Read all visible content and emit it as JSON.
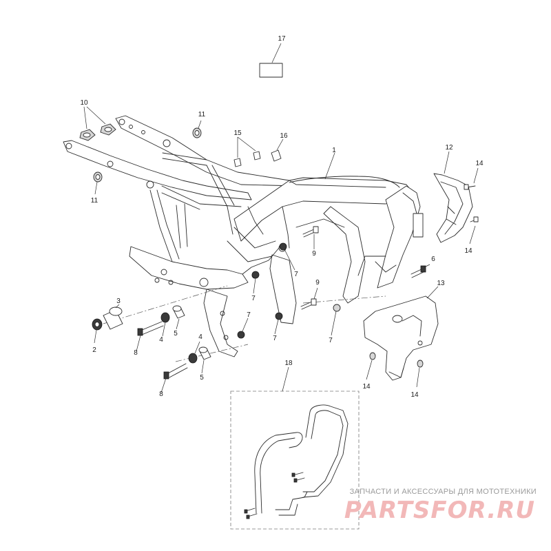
{
  "callouts": {
    "c1": "1",
    "c2": "2",
    "c3": "3",
    "c4a": "4",
    "c4b": "4",
    "c5a": "5",
    "c5b": "5",
    "c6": "6",
    "c7a": "7",
    "c7b": "7",
    "c7c": "7",
    "c7d": "7",
    "c7e": "7",
    "c8a": "8",
    "c8b": "8",
    "c9a": "9",
    "c9b": "9",
    "c10": "10",
    "c11a": "11",
    "c11b": "11",
    "c12": "12",
    "c13": "13",
    "c14a": "14",
    "c14b": "14",
    "c14c": "14",
    "c14d": "14",
    "c15": "15",
    "c16": "16",
    "c17": "17",
    "c18": "18"
  },
  "watermark": {
    "tagline": "ЗАПЧАСТИ И АКСЕССУАРЫ ДЛЯ МОТОТЕХНИКИ",
    "logo": "PARTSFOR.RU"
  }
}
